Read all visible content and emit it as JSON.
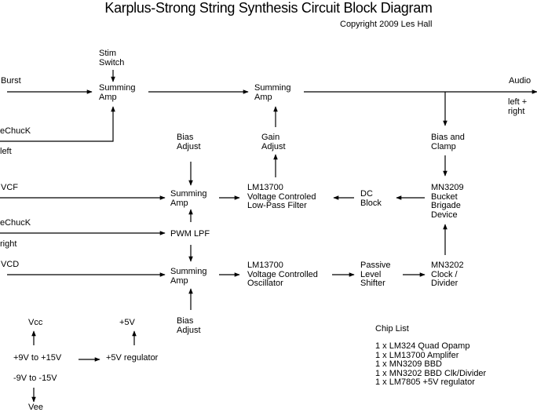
{
  "title": "Karplus-Strong String Synthesis Circuit Block Diagram",
  "copyright": "Copyright 2009 Les Hall",
  "inputs": {
    "burst": "Burst",
    "echuck_left_1": "eChucK",
    "echuck_left_2": "left",
    "vcf": "VCF",
    "echuck_right_1": "eChucK",
    "echuck_right_2": "right",
    "vcd": "VCD"
  },
  "output": {
    "audio": "Audio",
    "channels_1": "left +",
    "channels_2": "right"
  },
  "blocks": {
    "stim_switch": [
      "Stim",
      "Switch"
    ],
    "summing_amp_1": [
      "Summing",
      "Amp"
    ],
    "summing_amp_2": [
      "Summing",
      "Amp"
    ],
    "gain_adjust": [
      "Gain",
      "Adjust"
    ],
    "bias_clamp": [
      "Bias and",
      "Clamp"
    ],
    "bias_adjust_top": [
      "Bias",
      "Adjust"
    ],
    "summing_amp_vcf": [
      "Summing",
      "Amp"
    ],
    "lpf": [
      "LM13700",
      "Voltage Controled",
      "Low-Pass Filter"
    ],
    "dc_block": [
      "DC",
      "Block"
    ],
    "bbd": [
      "MN3209",
      "Bucket",
      "Brigade",
      "Device"
    ],
    "pwm_lpf": [
      "PWM LPF"
    ],
    "summing_amp_vcd": [
      "Summing",
      "Amp"
    ],
    "vco": [
      "LM13700",
      "Voltage Controlled",
      "Oscillator"
    ],
    "level_shifter": [
      "Passive",
      "Level",
      "Shifter"
    ],
    "clock_divider": [
      "MN3202",
      "Clock /",
      "Divider"
    ],
    "bias_adjust_bottom": [
      "Bias",
      "Adjust"
    ]
  },
  "power": {
    "vcc": "Vcc",
    "plus5v": "+5V",
    "pos_supply": "+9V to +15V",
    "regulator": "+5V regulator",
    "neg_supply": "-9V to -15V",
    "vee": "Vee"
  },
  "chip_list": {
    "heading": "Chip List",
    "items": [
      "1 x LM324 Quad Opamp",
      "1 x LM13700 Amplifer",
      "1 x MN3209 BBD",
      "1 x MN3202 BBD Clk/Divider",
      "1 x LM7805 +5V regulator"
    ]
  }
}
